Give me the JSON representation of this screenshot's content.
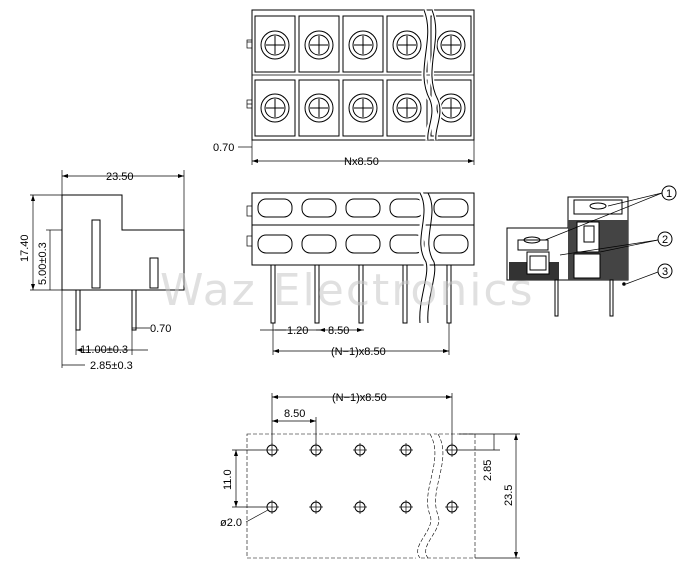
{
  "top_view": {
    "dim_thickness": "0.70",
    "dim_width": "Nx8.50"
  },
  "side_view": {
    "dim_length": "23.50",
    "dim_height": "17.40",
    "dim_pin_height": "5.00±0.3",
    "dim_pin_dia": "0.70",
    "dim_pin_spacing": "11.00±0.3",
    "dim_pin_offset": "2.85±0.3"
  },
  "front_view": {
    "dim_pin_width": "1.20",
    "dim_pitch": "8.50",
    "dim_total": "(N−1)x8.50"
  },
  "section_view": {
    "callouts": [
      "1",
      "2",
      "3"
    ]
  },
  "pcb_layout": {
    "dim_total": "(N−1)x8.50",
    "dim_pitch": "8.50",
    "dim_row_spacing": "11.0",
    "dim_hole": "ø2.0",
    "dim_edge": "2.85",
    "dim_depth": "23.5"
  },
  "watermark": "Waz Electronics"
}
